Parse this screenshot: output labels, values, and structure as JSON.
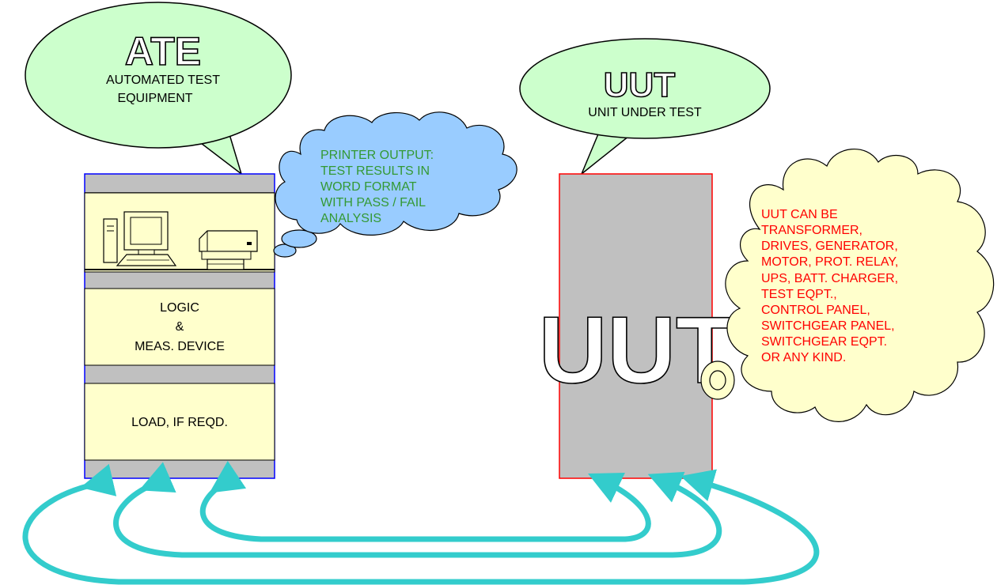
{
  "ate": {
    "title": "ATE",
    "subtitle_lines": [
      "AUTOMATED TEST",
      "EQUIPMENT"
    ],
    "logic_lines": [
      "LOGIC",
      "&",
      "MEAS. DEVICE"
    ],
    "load_label": "LOAD, IF REQD."
  },
  "printer_note": {
    "lines": [
      "PRINTER OUTPUT:",
      "TEST RESULTS IN",
      "WORD FORMAT",
      "WITH PASS / FAIL",
      "ANALYSIS"
    ]
  },
  "uut": {
    "title": "UUT",
    "subtitle": "UNIT UNDER TEST",
    "box_label": "UUT"
  },
  "uut_note": {
    "lines": [
      "UUT CAN BE",
      "TRANSFORMER,",
      "DRIVES, GENERATOR,",
      "MOTOR, PROT. RELAY,",
      "UPS, BATT. CHARGER,",
      "TEST EQPT.,",
      "CONTROL PANEL,",
      "SWITCHGEAR PANEL,",
      "SWITCHGEAR EQPT.",
      "OR ANY KIND."
    ]
  },
  "colors": {
    "callout_fill": "#ccffcc",
    "printer_cloud_fill": "#99ccff",
    "printer_text": "#339933",
    "uut_cloud_fill": "#ffffcc",
    "uut_text": "#ff0000",
    "ate_border": "#0000ff",
    "uut_border": "#ff0000",
    "panel_gray": "#c0c0c0",
    "panel_cream": "#ffffcc",
    "connector": "#33cccc"
  },
  "icons": [
    "computer-icon",
    "printer-icon"
  ]
}
